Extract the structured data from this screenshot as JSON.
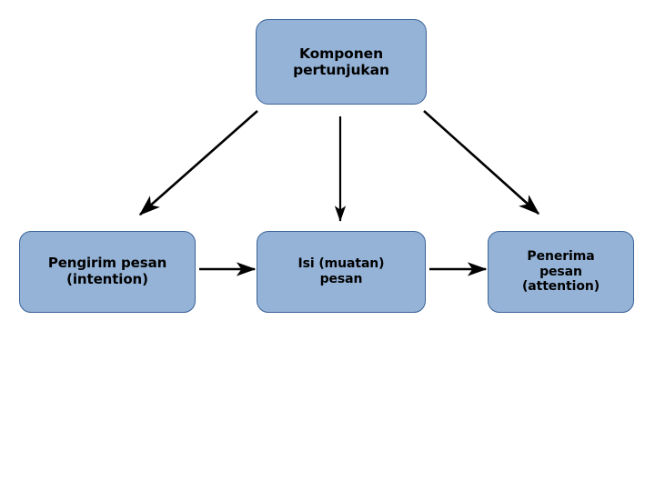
{
  "diagram": {
    "type": "flow-diagram",
    "title": "Komponen pertunjukan",
    "background_color": "#ffffff",
    "node_fill_color": "#95b3d7",
    "node_border_color": "#3a6296",
    "node_text_color": "#000000",
    "arrow_color": "#000000",
    "nodes": [
      {
        "id": "top",
        "label": "Komponen\npertunjukan",
        "lines": [
          "Komponen",
          "pertunjukan"
        ]
      },
      {
        "id": "sender",
        "label": "Pengirim pesan\n(intention)",
        "lines": [
          "Pengirim pesan",
          "(intention)"
        ]
      },
      {
        "id": "content",
        "label": "Isi (muatan)\npesan",
        "lines": [
          "Isi (muatan)",
          "pesan"
        ]
      },
      {
        "id": "receiver",
        "label": "Penerima\npesan\n(attention)",
        "lines": [
          "Penerima",
          "pesan",
          "(attention)"
        ]
      }
    ],
    "edges": [
      {
        "id": "top-to-sender",
        "from": "top",
        "to": "sender",
        "style": "diagonal-down-left"
      },
      {
        "id": "top-to-content",
        "from": "top",
        "to": "content",
        "style": "vertical-down"
      },
      {
        "id": "top-to-receiver",
        "from": "top",
        "to": "receiver",
        "style": "diagonal-down-right"
      },
      {
        "id": "sender-to-content",
        "from": "sender",
        "to": "content",
        "style": "horizontal-right"
      },
      {
        "id": "content-to-receiver",
        "from": "content",
        "to": "receiver",
        "style": "horizontal-right"
      }
    ]
  }
}
